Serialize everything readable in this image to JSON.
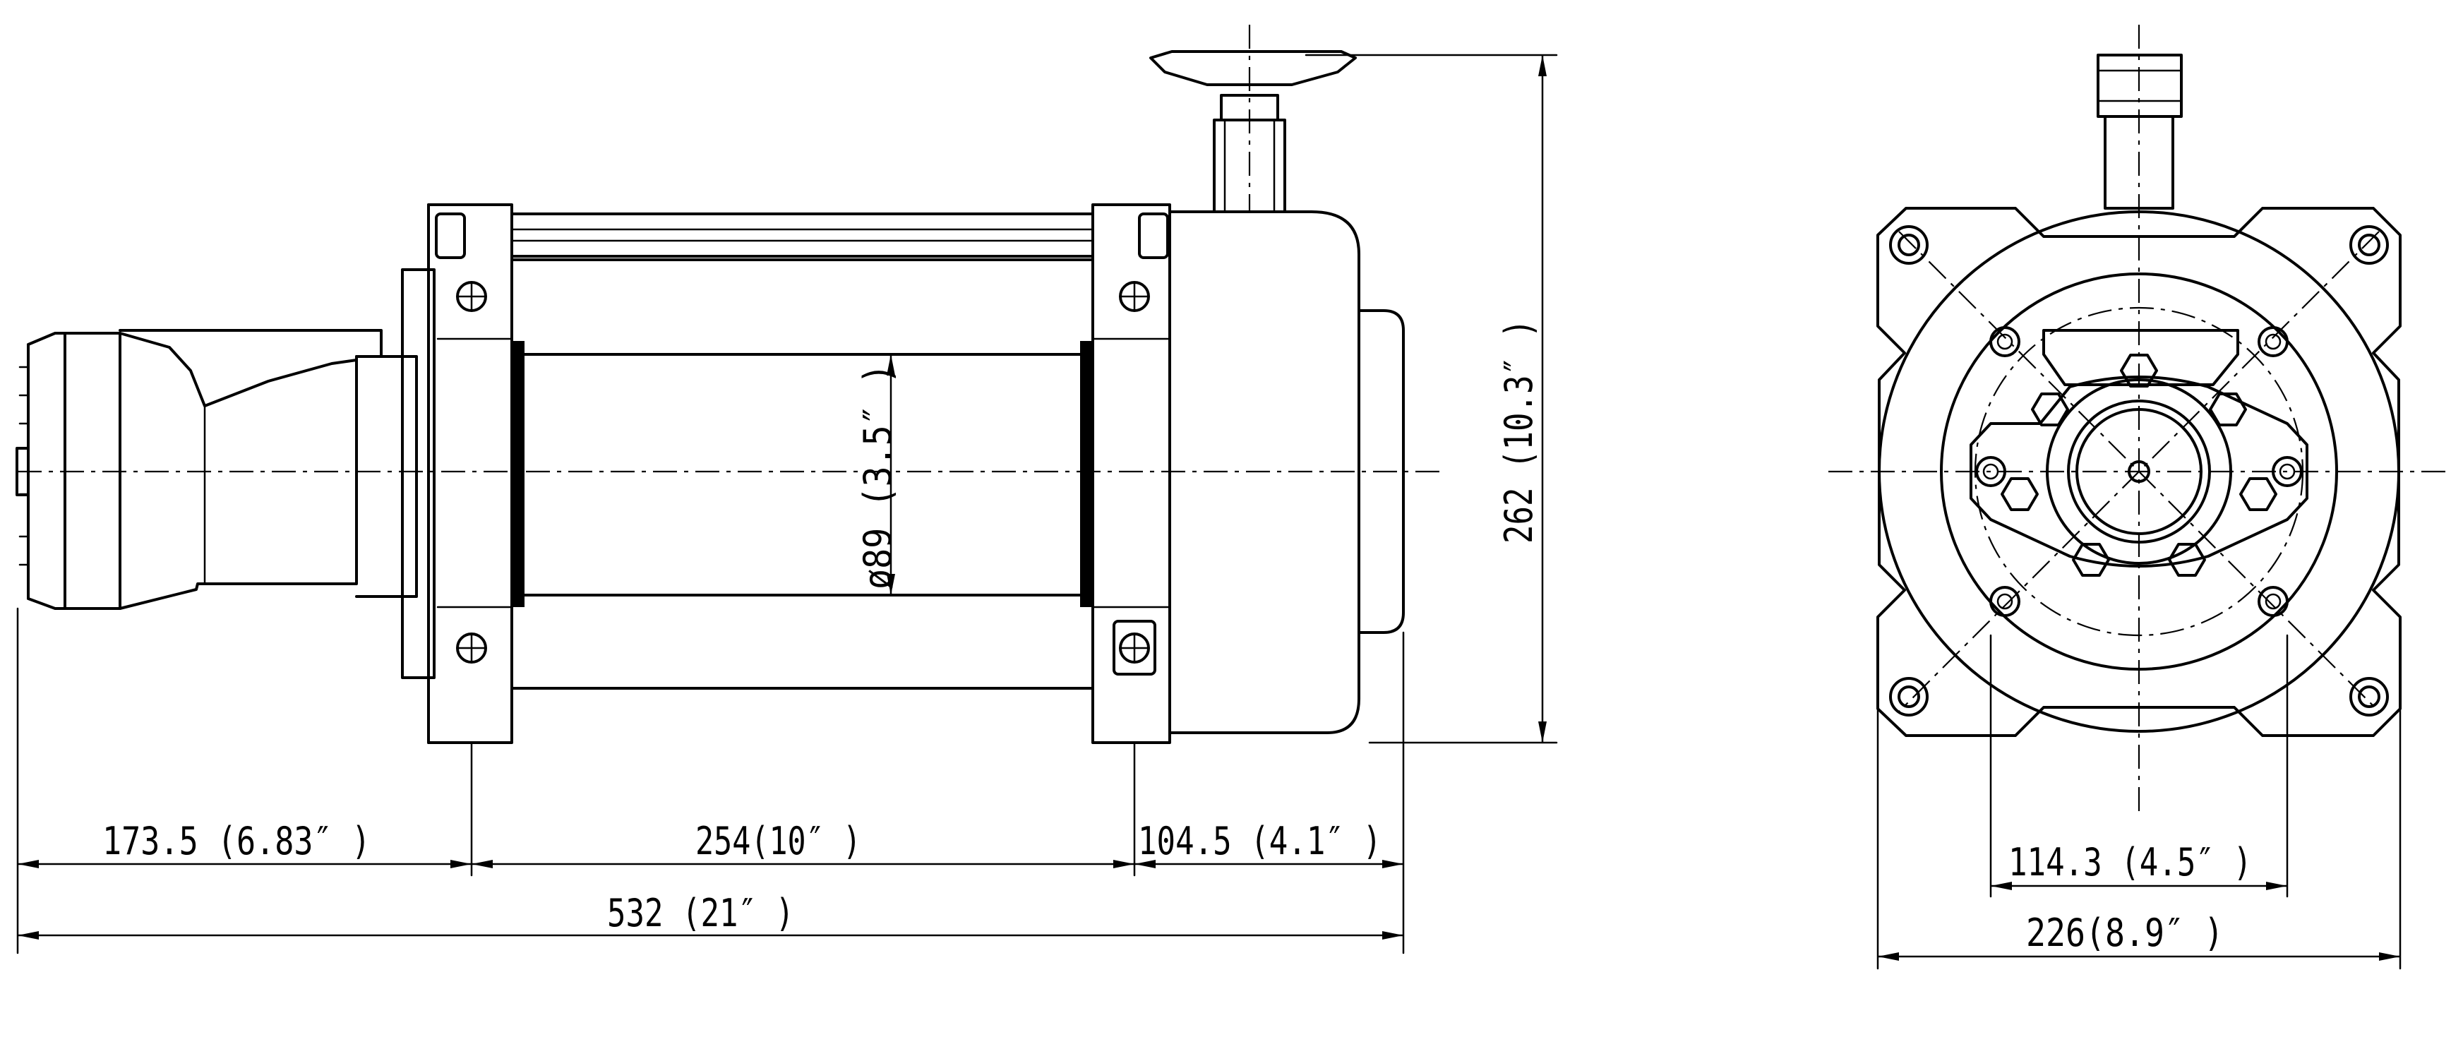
{
  "drawing": {
    "side_view": {
      "dimensions": {
        "motor_offset": "173.5 (6.83″ )",
        "drum_length": "254(10″ )",
        "gear_offset": "104.5 (4.1″ )",
        "overall_length": "532 (21″ )",
        "drum_diameter": "ø89 (3.5″ )",
        "overall_height": "262 (10.3″ )"
      }
    },
    "end_view": {
      "dimensions": {
        "bolt_spacing": "114.3 (4.5″ )",
        "overall_width": "226(8.9″ )"
      }
    }
  }
}
